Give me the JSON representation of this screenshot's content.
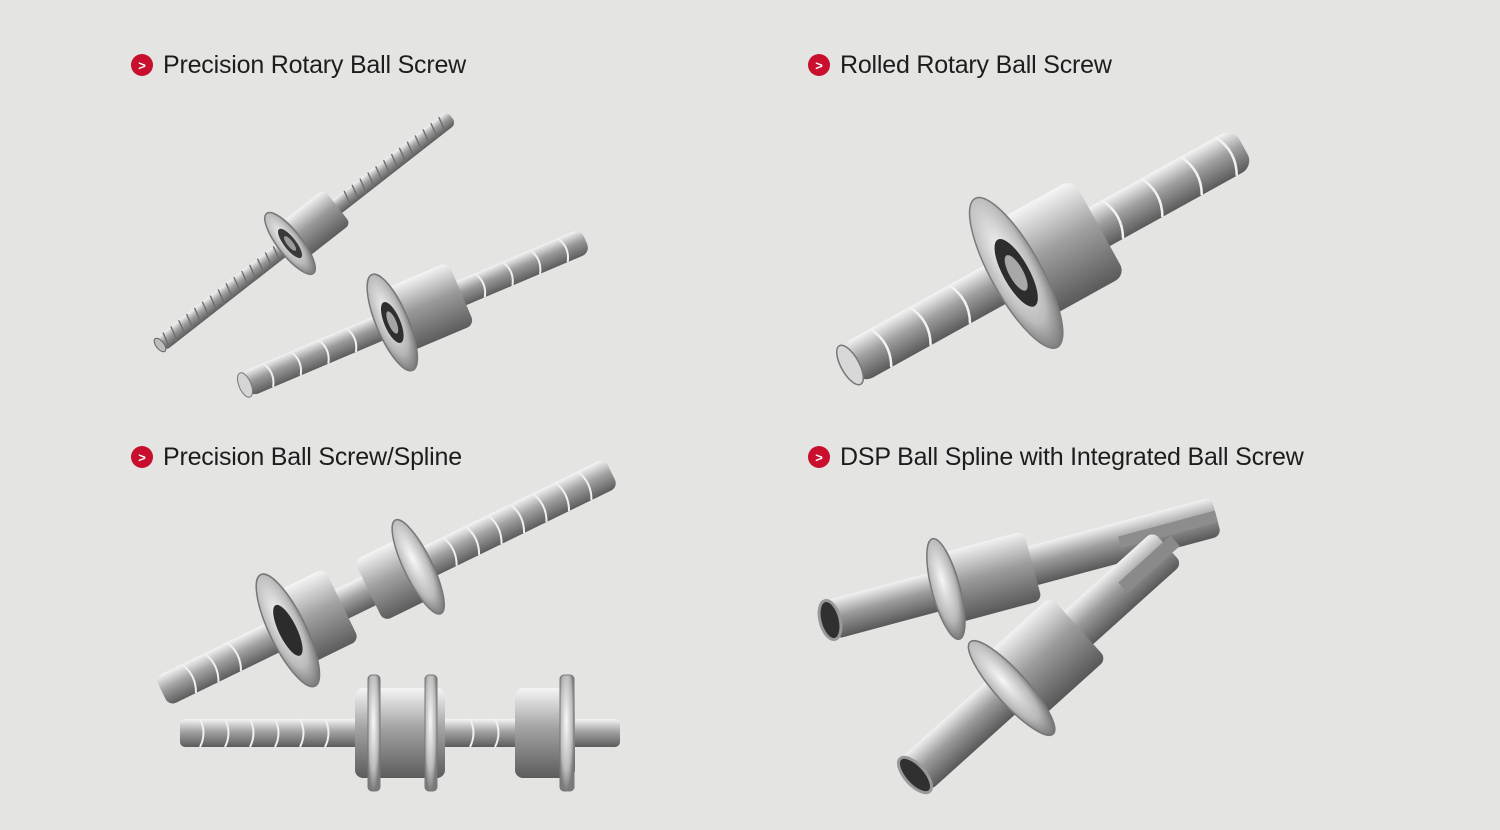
{
  "products": [
    {
      "title": "Precision Rotary Ball Screw",
      "icon": "chevron-right-icon"
    },
    {
      "title": "Rolled Rotary Ball Screw",
      "icon": "chevron-right-icon"
    },
    {
      "title": "Precision Ball Screw/Spline",
      "icon": "chevron-right-icon"
    },
    {
      "title": "DSP Ball Spline with Integrated Ball Screw",
      "icon": "chevron-right-icon"
    }
  ],
  "colors": {
    "background": "#e4e4e2",
    "accent": "#c8102e",
    "title_text": "#1d1d1d"
  }
}
